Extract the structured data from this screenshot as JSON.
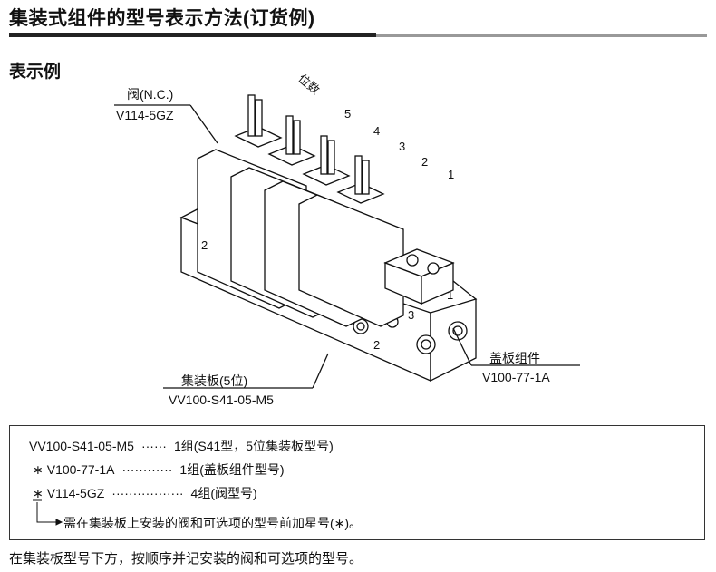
{
  "title": "集装式组件的型号表示方法(订货例)",
  "subtitle": "表示例",
  "diagram": {
    "valve_label": "阀(N.C.)",
    "valve_model": "V114-5GZ",
    "station_label": "位数",
    "station_numbers": [
      "5",
      "4",
      "3",
      "2",
      "1"
    ],
    "port_labels": [
      "2",
      "2",
      "3",
      "1"
    ],
    "manifold_label": "集装板(5位)",
    "manifold_model": "VV100-S41-05-M5",
    "cover_label": "盖板组件",
    "cover_model": "V100-77-1A"
  },
  "order_box": {
    "rows": [
      {
        "prefix": "",
        "model": "VV100-S41-05-M5",
        "dots": "······",
        "desc": "1组(S41型，5位集装板型号)"
      },
      {
        "prefix": "∗",
        "model": "V100-77-1A",
        "dots": "············",
        "desc": "1组(盖板组件型号)"
      },
      {
        "prefix": "∗",
        "model": "V114-5GZ",
        "dots": "·················",
        "desc": "4组(阀型号)"
      }
    ],
    "note": "需在集装板上安装的阀和可选项的型号前加星号(∗)。"
  },
  "footer": "在集装板型号下方，按顺序并记安装的阀和可选项的型号。"
}
